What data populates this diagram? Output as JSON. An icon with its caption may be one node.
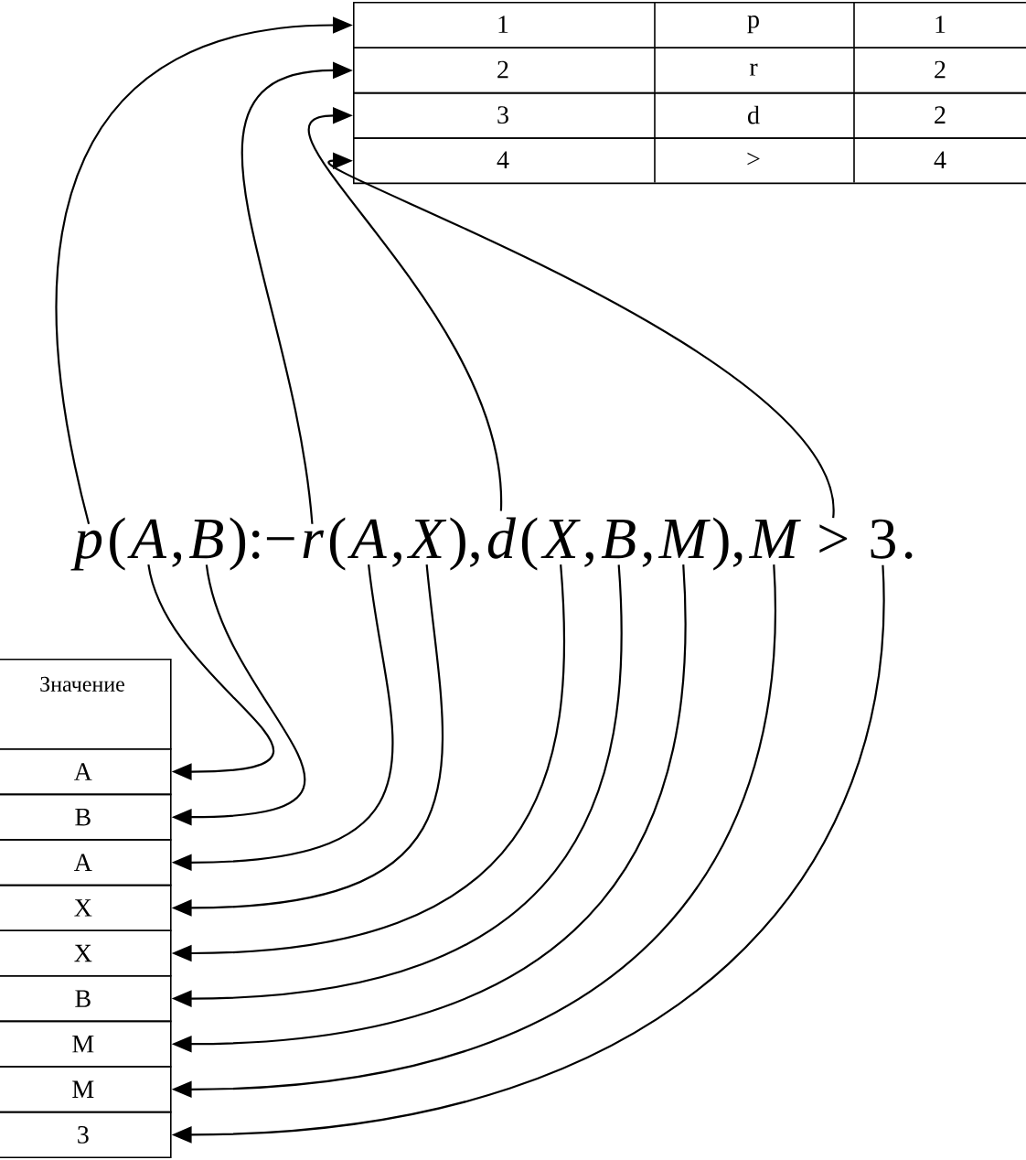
{
  "diagram": {
    "nodes": [
      {
        "text": [
          "1",
          "p",
          "1"
        ]
      },
      {
        "text": [
          "2",
          "r",
          "2"
        ]
      },
      {
        "text": [
          "3",
          "d",
          "2"
        ]
      },
      {
        "text": [
          "4",
          ">",
          "4"
        ]
      },
      {
        "text": [
          "p"
        ]
      },
      {
        "text": [
          "A"
        ]
      },
      {
        "text": [
          "B"
        ]
      },
      {
        "text": [
          "r"
        ]
      },
      {
        "text": [
          "A"
        ]
      },
      {
        "text": [
          "X"
        ]
      },
      {
        "text": [
          "d"
        ]
      },
      {
        "text": [
          "X"
        ]
      },
      {
        "text": [
          "B"
        ]
      },
      {
        "text": [
          "M"
        ]
      },
      {
        "text": [
          "M"
        ]
      },
      {
        "text": [
          ">"
        ]
      },
      {
        "text": [
          "3"
        ]
      },
      {
        "text": [
          "Значение"
        ]
      },
      {
        "text": [
          "A"
        ]
      },
      {
        "text": [
          "B"
        ]
      },
      {
        "text": [
          "A"
        ]
      },
      {
        "text": [
          "X"
        ]
      },
      {
        "text": [
          "X"
        ]
      },
      {
        "text": [
          "B"
        ]
      },
      {
        "text": [
          "M"
        ]
      },
      {
        "text": [
          "M"
        ]
      },
      {
        "text": [
          "3"
        ]
      }
    ],
    "edges": [
      {
        "from": 4,
        "to": 0,
        "arrow": "to"
      },
      {
        "from": 7,
        "to": 1,
        "arrow": "to"
      },
      {
        "from": 10,
        "to": 2,
        "arrow": "to"
      },
      {
        "from": 15,
        "to": 3,
        "arrow": "to"
      },
      {
        "from": 5,
        "to": 18,
        "arrow": "to"
      },
      {
        "from": 6,
        "to": 19,
        "arrow": "to"
      },
      {
        "from": 8,
        "to": 20,
        "arrow": "to"
      },
      {
        "from": 9,
        "to": 21,
        "arrow": "to"
      },
      {
        "from": 11,
        "to": 22,
        "arrow": "to"
      },
      {
        "from": 12,
        "to": 23,
        "arrow": "to"
      },
      {
        "from": 13,
        "to": 24,
        "arrow": "to"
      },
      {
        "from": 14,
        "to": 25,
        "arrow": "to"
      },
      {
        "from": 16,
        "to": 26,
        "arrow": "to"
      }
    ],
    "labels": [
      "(",
      ",",
      "):−",
      "(",
      ",",
      "),",
      "(",
      ",",
      ",",
      "),",
      "."
    ]
  }
}
